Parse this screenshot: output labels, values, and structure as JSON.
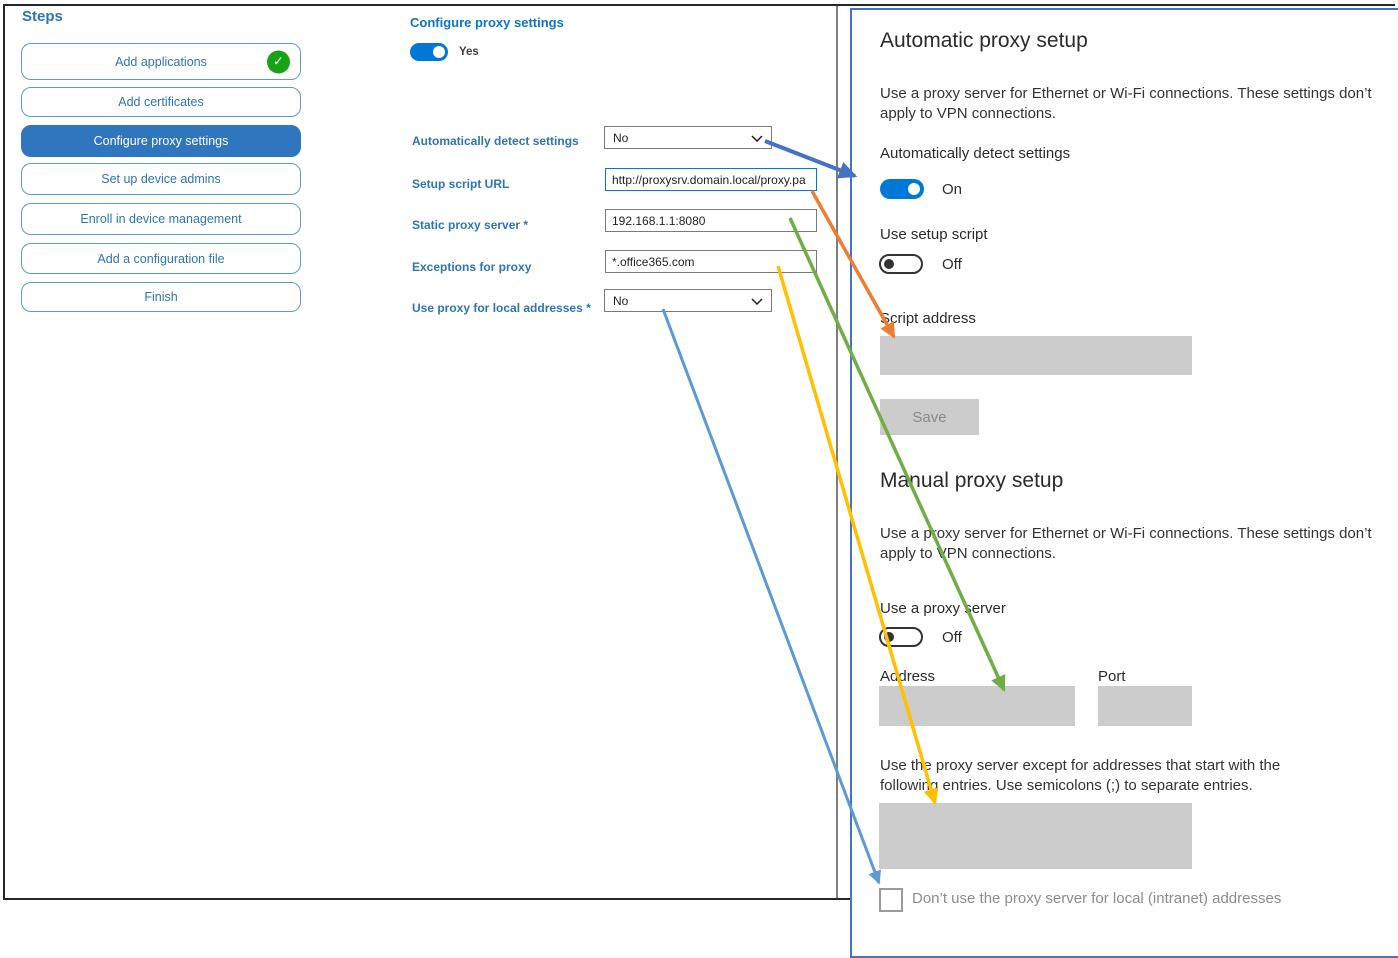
{
  "steps": {
    "title": "Steps",
    "items": [
      {
        "label": "Add applications",
        "completed": true,
        "selected": false
      },
      {
        "label": "Add certificates",
        "completed": false,
        "selected": false
      },
      {
        "label": "Configure proxy settings",
        "completed": false,
        "selected": true
      },
      {
        "label": "Set up device admins",
        "completed": false,
        "selected": false
      },
      {
        "label": "Enroll in device management",
        "completed": false,
        "selected": false
      },
      {
        "label": "Add a configuration file",
        "completed": false,
        "selected": false
      },
      {
        "label": "Finish",
        "completed": false,
        "selected": false
      }
    ]
  },
  "wizard": {
    "title": "Configure proxy settings",
    "enabled_toggle": {
      "label": "Yes",
      "state": "on"
    },
    "fields": [
      {
        "label": "Automatically detect settings",
        "type": "dropdown",
        "value": "No"
      },
      {
        "label": "Setup script URL",
        "type": "text",
        "value": "http://proxysrv.domain.local/proxy.pa"
      },
      {
        "label": "Static proxy server *",
        "type": "text",
        "value": "192.168.1.1:8080"
      },
      {
        "label": "Exceptions for proxy",
        "type": "text",
        "value": "*.office365.com"
      },
      {
        "label": "Use proxy for local addresses *",
        "type": "dropdown",
        "value": "No"
      }
    ]
  },
  "settings_panel": {
    "automatic": {
      "heading": "Automatic proxy setup",
      "description": "Use a proxy server for Ethernet or Wi-Fi connections. These settings don’t apply to VPN connections.",
      "detect_label": "Automatically detect settings",
      "detect_state": "On",
      "script_toggle_label": "Use setup script",
      "script_toggle_state": "Off",
      "script_address_label": "Script address",
      "script_address_value": "",
      "save_button": "Save"
    },
    "manual": {
      "heading": "Manual proxy setup",
      "description": "Use a proxy server for Ethernet or Wi-Fi connections. These settings don’t apply to VPN connections.",
      "proxy_toggle_label": "Use a proxy server",
      "proxy_toggle_state": "Off",
      "address_label": "Address",
      "address_value": "",
      "port_label": "Port",
      "port_value": "",
      "exceptions_help": "Use the proxy server except for addresses that start with the following entries. Use semicolons (;) to separate entries.",
      "exceptions_value": "",
      "local_checkbox_label": "Don’t use the proxy server for local (intranet) addresses",
      "local_checkbox_checked": false
    }
  },
  "annotation_arrows": [
    {
      "name": "detect-settings-mapping",
      "color": "#4472C4"
    },
    {
      "name": "setup-script-url-mapping",
      "color": "#ED7D31"
    },
    {
      "name": "static-proxy-mapping",
      "color": "#70AD47"
    },
    {
      "name": "proxy-exceptions-mapping",
      "color": "#FFC000"
    },
    {
      "name": "local-addresses-mapping",
      "color": "#5B9BD5"
    }
  ],
  "colors": {
    "accent_blue": "#0078D7",
    "steps_selected": "#3076BE",
    "steps_border": "#5B9BD5",
    "completed_green": "#18A218",
    "panel_border": "#4472C4",
    "disabled_gray": "#CCCCCC"
  }
}
